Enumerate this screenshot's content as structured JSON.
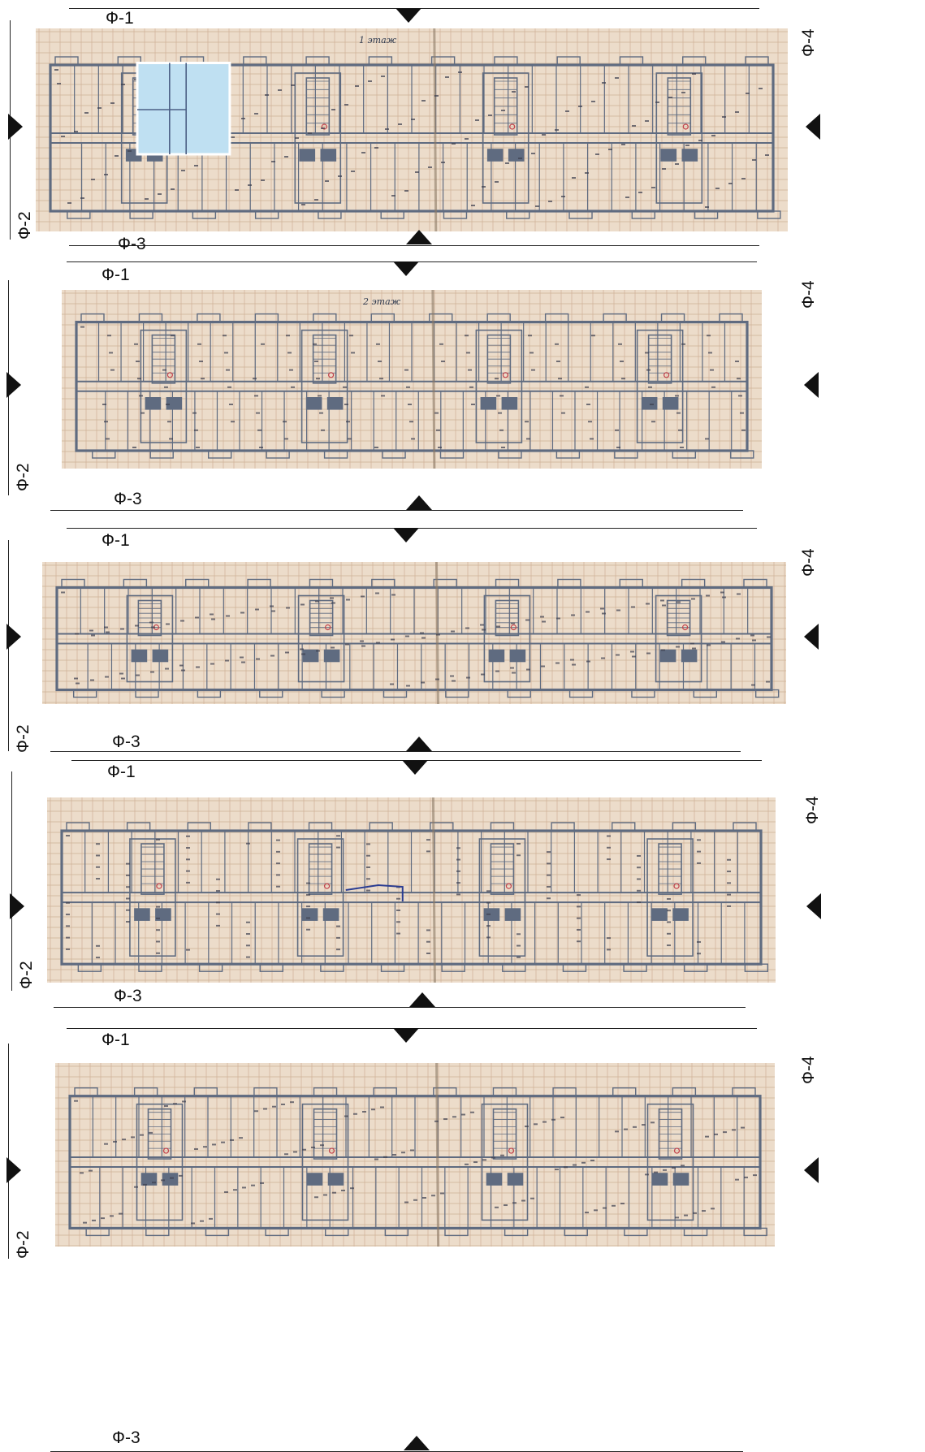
{
  "section_labels": {
    "top": "Ф-1",
    "left": "Ф-2",
    "bottom": "Ф-3",
    "right": "Ф-4"
  },
  "floors": [
    {
      "id": 1,
      "floor_note": "1 этаж",
      "highlighted_apartment": true
    },
    {
      "id": 2,
      "floor_note": "2 этаж",
      "highlighted_apartment": false
    },
    {
      "id": 3,
      "floor_note": "",
      "highlighted_apartment": false
    },
    {
      "id": 4,
      "floor_note": "",
      "highlighted_apartment": false
    },
    {
      "id": 5,
      "floor_note": "",
      "highlighted_apartment": false
    }
  ],
  "colors": {
    "paper": "#ecdcca",
    "grid": "#c9a98e",
    "walls": "#5f6b80",
    "highlight": "#bfe0f2",
    "ink_red": "#c2414a",
    "ink_blue": "#2b3d92"
  }
}
